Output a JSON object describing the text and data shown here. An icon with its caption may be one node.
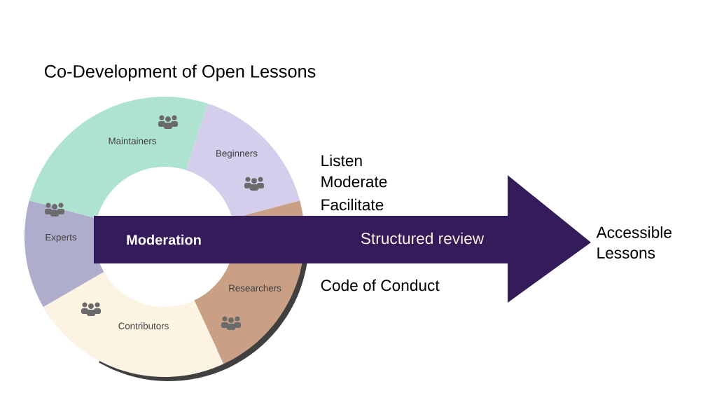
{
  "diagram": {
    "title": "Co-Development of Open Lessons",
    "nodes": [
      {
        "text": [
          "Moderation"
        ]
      },
      {
        "text": [
          "Maintainers"
        ]
      },
      {
        "text": [
          "Beginners"
        ]
      },
      {
        "text": [
          "Experts"
        ]
      },
      {
        "text": [
          "Researchers"
        ]
      },
      {
        "text": [
          "Contributors"
        ]
      },
      {
        "text": [
          "Accessible Lessons"
        ]
      }
    ],
    "edges": [
      {
        "from": 0,
        "to": 6,
        "arrow": "to",
        "label": "Structured review",
        "style": "thick"
      }
    ],
    "labels": [
      "Listen",
      "Moderate",
      "Facilitate",
      "Code of Conduct"
    ]
  }
}
